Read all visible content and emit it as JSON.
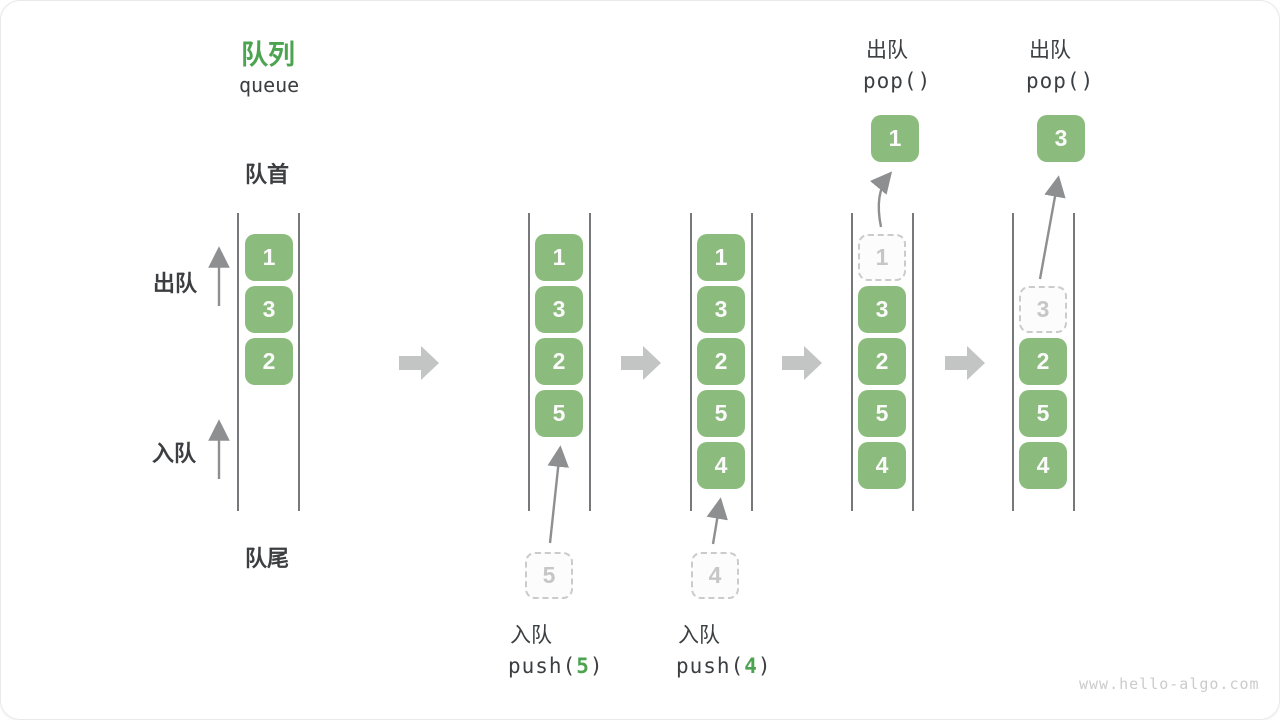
{
  "title": {
    "zh": "队列",
    "en": "queue"
  },
  "side_labels": {
    "front": "队首",
    "rear": "队尾",
    "dequeue": "出队",
    "enqueue": "入队"
  },
  "queues": [
    {
      "slots": [
        {
          "v": "1"
        },
        {
          "v": "3"
        },
        {
          "v": "2"
        }
      ]
    },
    {
      "slots": [
        {
          "v": "1"
        },
        {
          "v": "3"
        },
        {
          "v": "2"
        },
        {
          "v": "5"
        }
      ]
    },
    {
      "slots": [
        {
          "v": "1"
        },
        {
          "v": "3"
        },
        {
          "v": "2"
        },
        {
          "v": "5"
        },
        {
          "v": "4"
        }
      ]
    },
    {
      "slots": [
        {
          "v": "1"
        },
        {
          "v": "3"
        },
        {
          "v": "2"
        },
        {
          "v": "5"
        },
        {
          "v": "4"
        }
      ]
    },
    {
      "slots": [
        {
          "v": "3"
        },
        {
          "v": "2"
        },
        {
          "v": "5"
        },
        {
          "v": "4"
        }
      ]
    }
  ],
  "operations": {
    "push1": {
      "label": "入队",
      "code_pre": "push(",
      "arg": "5",
      "code_post": ")",
      "staged_value": "5"
    },
    "push2": {
      "label": "入队",
      "code_pre": "push(",
      "arg": "4",
      "code_post": ")",
      "staged_value": "4"
    },
    "pop1": {
      "label": "出队",
      "code": "pop()",
      "popped_value": "1"
    },
    "pop2": {
      "label": "出队",
      "code": "pop()",
      "popped_value": "3"
    }
  },
  "watermark": "www.hello-algo.com",
  "colors": {
    "box_green": "#8CBC7D",
    "accent_green": "#4CA350",
    "text_dark": "#3B3F42",
    "wall_line": "#55575A",
    "block_arrow": "#C3C4C4",
    "thin_arrow": "#8D8F90",
    "dashed_border": "#CBCBCB"
  }
}
